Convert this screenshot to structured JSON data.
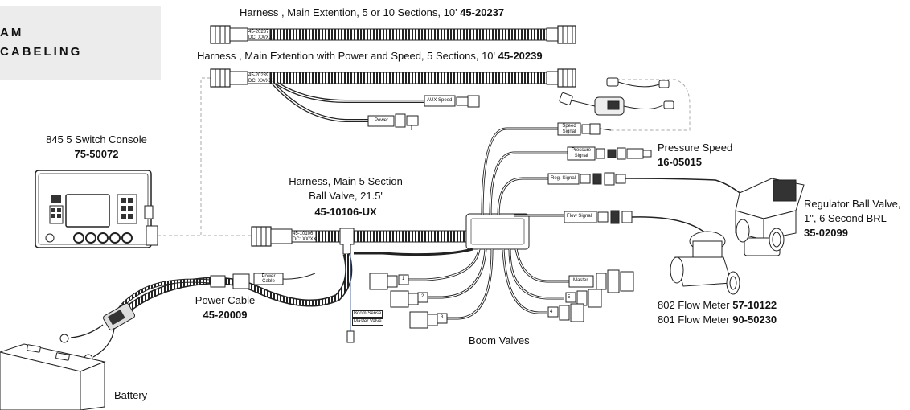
{
  "title": {
    "line1": "AM",
    "line2": "CABELING"
  },
  "labels": {
    "ext1_text": "Harness , Main Extention, 5 or 10 Sections, 10'",
    "ext1_pn": "45-20237",
    "ext2_text": "Harness , Main Extention with Power and Speed, 5 Sections, 10'",
    "ext2_pn": "45-20239",
    "console_name": "845 5 Switch Console",
    "console_pn": "75-50072",
    "main_line1": "Harness, Main 5 Section",
    "main_line2": "Ball Valve, 21.5'",
    "main_pn": "45-10106-UX",
    "pressure_name": "Pressure Speed",
    "pressure_pn": "16-05015",
    "regulator_line1": "Regulator Ball Valve,",
    "regulator_line2": "1\", 6 Second BRL",
    "regulator_pn": "35-02099",
    "flow802_text": "802 Flow Meter",
    "flow802_pn": "57-10122",
    "flow801_text": "801 Flow Meter",
    "flow801_pn": "90-50230",
    "power_cable_name": "Power Cable",
    "power_cable_pn": "45-20009",
    "boom_valves": "Boom Valves",
    "battery": "Battery"
  },
  "tags": {
    "ext1_tag": "45-20237",
    "ext1_dc": "DC: XX/XX",
    "ext2_tag": "45-20239",
    "ext2_dc": "DC: XX/XX",
    "main_tag": "45-10106",
    "main_dc": "DC: XX/XX",
    "aux_speed": "AUX Speed",
    "power": "Power",
    "speed_signal_1": "Speed",
    "speed_signal_2": "Signal",
    "pressure_signal_1": "Pressure",
    "pressure_signal_2": "Signal",
    "reg_signal": "Reg. Signal",
    "flow_signal": "Flow Signal",
    "master": "Master",
    "power_cable_1": "Power",
    "power_cable_2": "Cable",
    "boom_sense": "Boom Sense",
    "master_valve": "Master Valve",
    "boom_1": "1",
    "boom_2": "2",
    "boom_3": "3",
    "boom_4": "4",
    "boom_5": "5"
  }
}
